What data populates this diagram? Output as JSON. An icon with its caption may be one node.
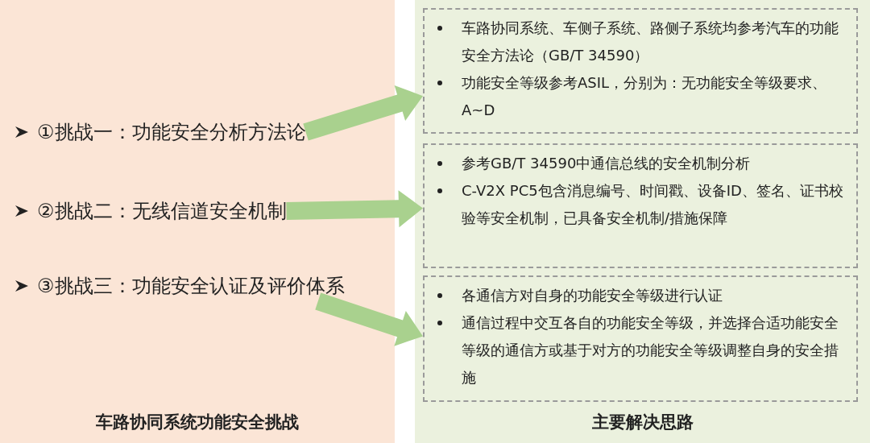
{
  "diagram": {
    "nodes": [
      {
        "text": [
          "车路协同系统功能安全挑战"
        ]
      },
      {
        "text": [
          "①挑战一：功能安全分析方法论"
        ],
        "in": 0
      },
      {
        "text": [
          "②挑战二：无线信道安全机制"
        ],
        "in": 0
      },
      {
        "text": [
          "③挑战三：功能安全认证及评价体系"
        ],
        "in": 0
      },
      {
        "text": [
          "主要解决思路"
        ]
      },
      {
        "text": [
          "车路协同系统、车侧子系统、路侧子系统均参考汽车的功能安全方法论（GB/T 34590）",
          "功能安全等级参考ASIL，分别为：无功能安全等级要求、A~D"
        ],
        "in": 4
      },
      {
        "text": [
          "参考GB/T 34590中通信总线的安全机制分析",
          "C-V2X PC5包含消息编号、时间戳、设备ID、签名、证书校验等安全机制，已具备安全机制/措施保障"
        ],
        "in": 4
      },
      {
        "text": [
          "各通信方对自身的功能安全等级进行认证",
          "通信过程中交互各自的功能安全等级，并选择合适功能安全等级的通信方或基于对方的功能安全等级调整自身的安全措施"
        ],
        "in": 4
      }
    ],
    "edges": [
      {
        "from": 1,
        "to": 5,
        "arrow": "to"
      },
      {
        "from": 2,
        "to": 6,
        "arrow": "to"
      },
      {
        "from": 3,
        "to": 7,
        "arrow": "to"
      }
    ]
  }
}
